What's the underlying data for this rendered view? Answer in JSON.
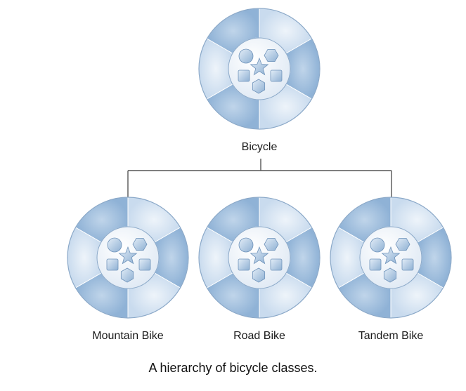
{
  "diagram": {
    "root": {
      "label": "Bicycle",
      "icon": "class-object-icon"
    },
    "children": [
      {
        "label": "Mountain Bike",
        "icon": "class-object-icon"
      },
      {
        "label": "Road Bike",
        "icon": "class-object-icon"
      },
      {
        "label": "Tandem Bike",
        "icon": "class-object-icon"
      }
    ],
    "colors": {
      "segment_light": "#dce7f3",
      "segment_dark": "#9ebcdc",
      "outline": "#8aa8c8",
      "inner_core": "#f2f6fb",
      "shape_fill": "#a9c4e2",
      "connector": "#555555"
    }
  },
  "caption": "A hierarchy of bicycle classes."
}
